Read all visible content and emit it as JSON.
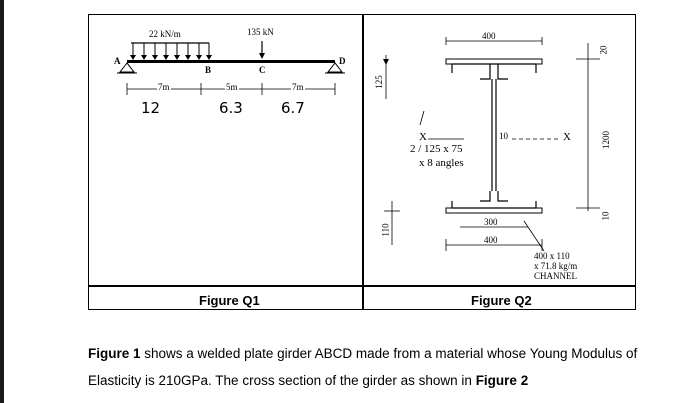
{
  "figure_q1": {
    "caption": "Figure Q1",
    "udl_label": "22 kN/m",
    "point_load_label": "135 kN",
    "points": {
      "a": "A",
      "b": "B",
      "c": "C",
      "d": "D"
    },
    "span_labels": [
      "7m",
      "5m",
      "7m"
    ],
    "handwritten": [
      "12",
      "6.3",
      "6.7"
    ]
  },
  "figure_q2": {
    "caption": "Figure Q2",
    "top_width": "400",
    "flange_thk": "20",
    "angle_leg": "125",
    "angle_label_1": "2 / 125 x 75",
    "angle_label_2": "x 8 angles",
    "web_thk": "10",
    "axis_x_left": "X",
    "axis_x_right": "X",
    "depth": "1200",
    "bot_plate_thk": "10",
    "channel_depth": "110",
    "inner_width": "300",
    "outer_width": "400",
    "channel_1": "400 x 110",
    "channel_2": "x 71.8 kg/m",
    "channel_3": "CHANNEL"
  },
  "paragraph": {
    "b1": "Figure 1",
    "t1": " shows a welded plate girder ABCD made from a material whose Young Modulus of Elasticity is 210GPa. The cross section of the girder as shown in ",
    "b2": "Figure 2"
  }
}
